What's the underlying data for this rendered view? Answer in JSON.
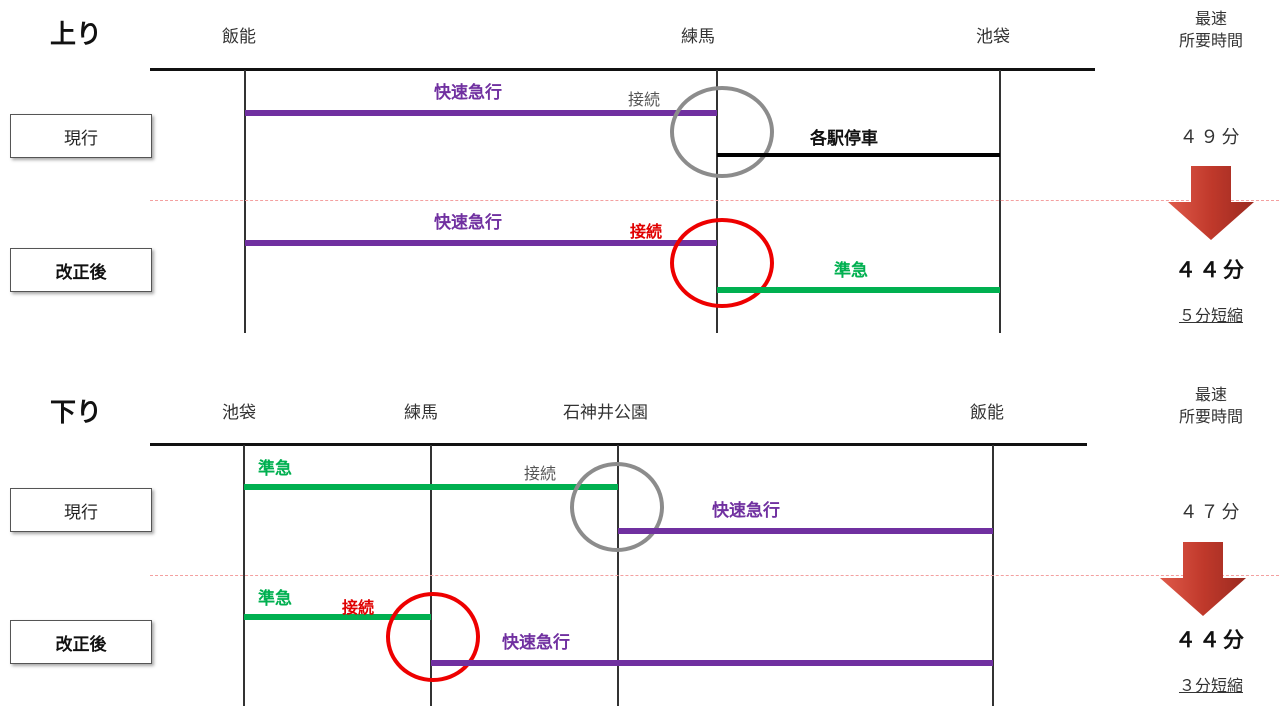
{
  "up": {
    "direction": "上り",
    "stations": [
      "飯能",
      "練馬",
      "池袋"
    ],
    "header": [
      "最速",
      "所要時間"
    ],
    "current": {
      "label": "現行",
      "first_service": "快速急行",
      "connection": "接続",
      "second_service": "各駅停車",
      "time": "４９分"
    },
    "revised": {
      "label": "改正後",
      "first_service": "快速急行",
      "connection": "接続",
      "second_service": "準急",
      "time": "４４分",
      "saving": "５分短縮"
    }
  },
  "down": {
    "direction": "下り",
    "stations": [
      "池袋",
      "練馬",
      "石神井公園",
      "飯能"
    ],
    "header": [
      "最速",
      "所要時間"
    ],
    "current": {
      "label": "現行",
      "first_service": "準急",
      "connection": "接続",
      "second_service": "快速急行",
      "time": "４７分"
    },
    "revised": {
      "label": "改正後",
      "first_service": "準急",
      "connection": "接続",
      "second_service": "快速急行",
      "time": "４４分",
      "saving": "３分短縮"
    }
  },
  "colors": {
    "rapid_express": "#7030a0",
    "semi_express": "#00b050",
    "local": "#000000",
    "connection_current": "#8c8c8c",
    "connection_revised": "#ee0000",
    "arrow": "#c0392b"
  }
}
